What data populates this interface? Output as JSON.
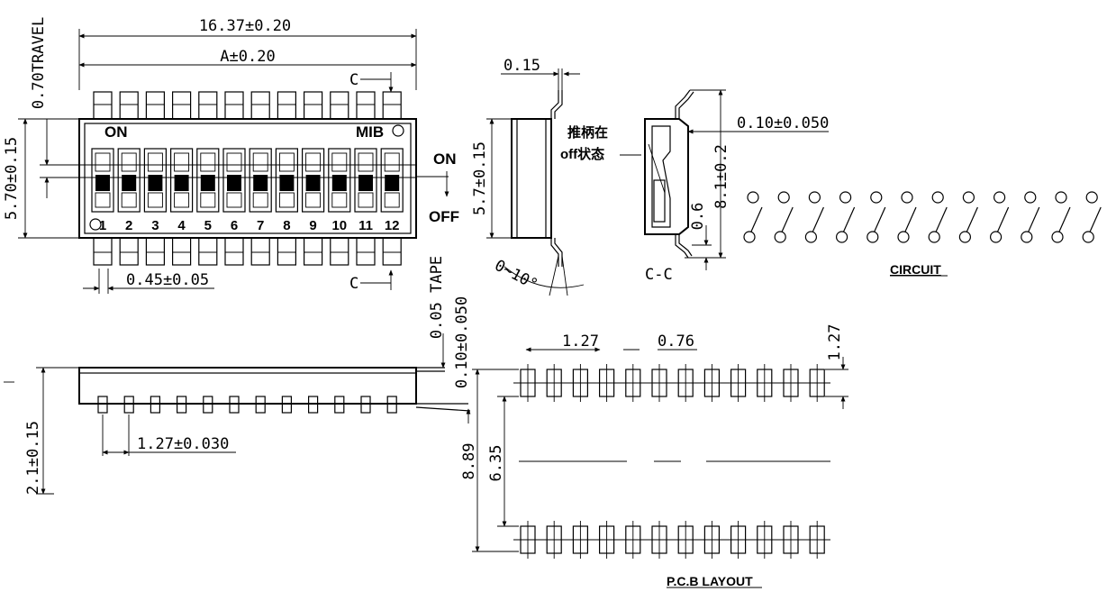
{
  "top_view": {
    "overall_width": "16.37±0.20",
    "a_width": "A±0.20",
    "travel": "0.70TRAVEL",
    "height": "5.70±0.15",
    "on_label": "ON",
    "mib_label": "MIB",
    "section_mark": "C",
    "pin_numbers": [
      "1",
      "2",
      "3",
      "4",
      "5",
      "6",
      "7",
      "8",
      "9",
      "10",
      "11",
      "12"
    ],
    "pin_width": "0.45±0.05",
    "direction_on": "ON",
    "direction_off": "OFF"
  },
  "side_view": {
    "lead_thickness": "0.15",
    "height": "5.7±0.15",
    "angle": "0~10°",
    "note_line1": "推柄在",
    "note_line2": "off状态"
  },
  "section_view": {
    "clearance": "0.10±0.050",
    "overall_height": "8.1±0.2",
    "lead_height": "0.6",
    "label": "C-C"
  },
  "circuit": {
    "label": "CIRCUIT",
    "switch_count": 12
  },
  "bottom_view": {
    "height": "2.1±0.15",
    "pitch": "1.27±0.030",
    "tape": "0.05 TAPE",
    "gap": "0.10±0.050"
  },
  "pcb_layout": {
    "label": "P.C.B LAYOUT",
    "pitch": "1.27",
    "pad_width": "0.76",
    "pad_length": "1.27",
    "row_span": "8.89",
    "inner_span": "6.35"
  }
}
